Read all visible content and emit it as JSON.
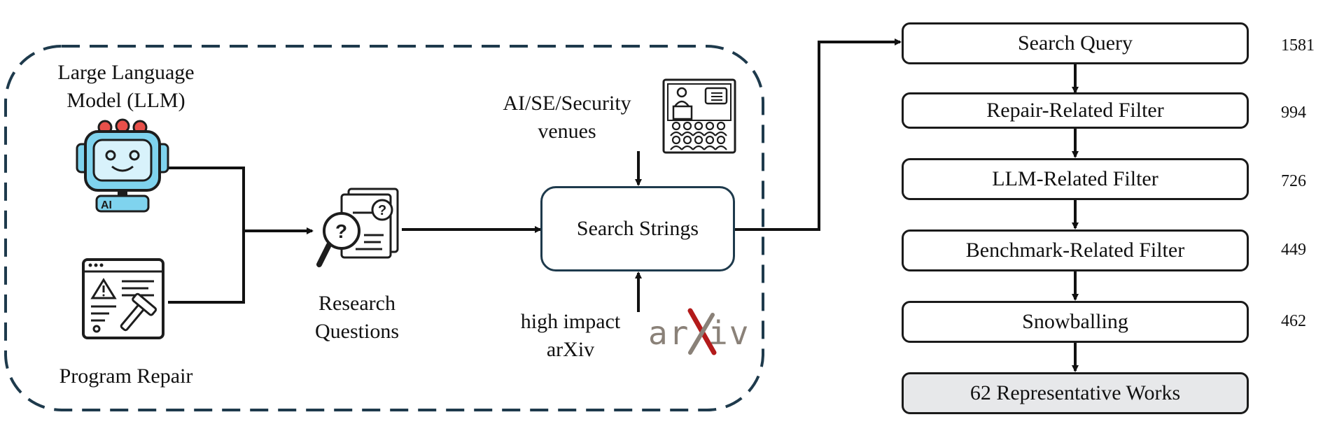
{
  "inputs": {
    "llm_label_line1": "Large Language",
    "llm_label_line2": "Model (LLM)",
    "llm_icon_text": "AI",
    "repair_label": "Program Repair"
  },
  "research": {
    "label_line1": "Research",
    "label_line2": "Questions"
  },
  "venues": {
    "label_line1": "AI/SE/Security",
    "label_line2": "venues"
  },
  "arxiv": {
    "label_line1": "high impact",
    "label_line2": "arXiv",
    "logo_text": "arXiv"
  },
  "search_strings": "Search Strings",
  "pipeline": [
    {
      "label": "Search Query",
      "count": "1581"
    },
    {
      "label": "Repair-Related Filter",
      "count": "994"
    },
    {
      "label": "LLM-Related Filter",
      "count": "726"
    },
    {
      "label": "Benchmark-Related Filter",
      "count": "449"
    },
    {
      "label": "Snowballing",
      "count": "462"
    },
    {
      "label": "62 Representative Works",
      "count": ""
    }
  ],
  "colors": {
    "dashed_border": "#1e3a4c",
    "robot_blue": "#7fd3ee",
    "robot_dark": "#1d1d1d",
    "robot_red": "#e8504a",
    "arxiv_gray": "#8a8178",
    "arxiv_red": "#b31b1b",
    "final_fill": "#e7e8ea"
  }
}
